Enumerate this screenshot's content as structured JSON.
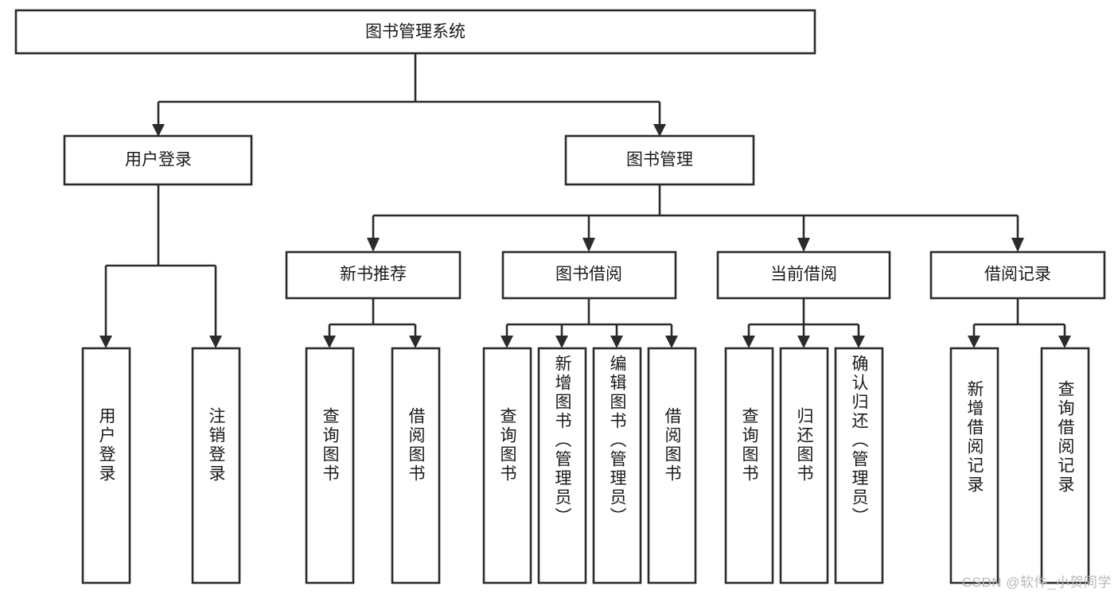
{
  "diagram": {
    "title": "图书管理系统",
    "type": "tree-hierarchy",
    "watermark": "CSDN @软件_小贺同学",
    "colors": {
      "background": "#ffffff",
      "box_stroke": "#2b2b2b",
      "box_fill": "#ffffff",
      "text": "#1a1a1a",
      "watermark": "#b8b8b8"
    },
    "root": {
      "label": "图书管理系统"
    },
    "level1": [
      {
        "id": "user-login",
        "label": "用户登录"
      },
      {
        "id": "book-manage",
        "label": "图书管理"
      }
    ],
    "level2": [
      {
        "id": "new-book-recommend",
        "label": "新书推荐",
        "parent": "book-manage"
      },
      {
        "id": "book-borrow",
        "label": "图书借阅",
        "parent": "book-manage"
      },
      {
        "id": "current-borrow",
        "label": "当前借阅",
        "parent": "book-manage"
      },
      {
        "id": "borrow-record",
        "label": "借阅记录",
        "parent": "book-manage"
      }
    ],
    "leaves": {
      "user_login": [
        {
          "id": "leaf-user-login",
          "label": "用户登录"
        },
        {
          "id": "leaf-user-logout",
          "label": "注销登录"
        }
      ],
      "new_book_recommend": [
        {
          "id": "leaf-query-book-1",
          "label": "查询图书"
        },
        {
          "id": "leaf-borrow-book-1",
          "label": "借阅图书"
        }
      ],
      "book_borrow": [
        {
          "id": "leaf-query-book-2",
          "label": "查询图书"
        },
        {
          "id": "leaf-add-book",
          "label": "新增图书（管理员）"
        },
        {
          "id": "leaf-edit-book",
          "label": "编辑图书（管理员）"
        },
        {
          "id": "leaf-borrow-book-2",
          "label": "借阅图书"
        }
      ],
      "current_borrow": [
        {
          "id": "leaf-query-book-3",
          "label": "查询图书"
        },
        {
          "id": "leaf-return-book",
          "label": "归还图书"
        },
        {
          "id": "leaf-confirm-return",
          "label": "确认归还（管理员）"
        }
      ],
      "borrow_record": [
        {
          "id": "leaf-add-record",
          "label": "新增借阅记录"
        },
        {
          "id": "leaf-query-record",
          "label": "查询借阅记录"
        }
      ]
    }
  }
}
